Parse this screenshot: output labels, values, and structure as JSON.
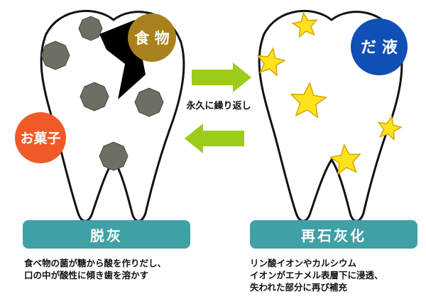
{
  "left_panel": {
    "badge_food": "食 物",
    "badge_sweets": "お菓子",
    "banner": "脱灰",
    "description": [
      "食べ物の菌が糖から酸を作りだし、",
      "口の中が酸性に傾き歯を溶かす"
    ]
  },
  "right_panel": {
    "badge_saliva": "だ 液",
    "banner": "再石灰化",
    "description": [
      "リン酸イオンやカルシウム",
      "イオンがエナメル表層下に浸透、",
      "失われた部分に再び補充"
    ]
  },
  "center": {
    "cycle_label": "永久に繰り返し"
  },
  "colors": {
    "food_badge": "#a9811c",
    "sweets_badge": "#f05a28",
    "saliva_badge": "#0f4fb6",
    "bacteria": "#6e6e62",
    "arrow": "#9ccb1a",
    "star": "#ffe21a",
    "banner": "#3fa0a5"
  }
}
